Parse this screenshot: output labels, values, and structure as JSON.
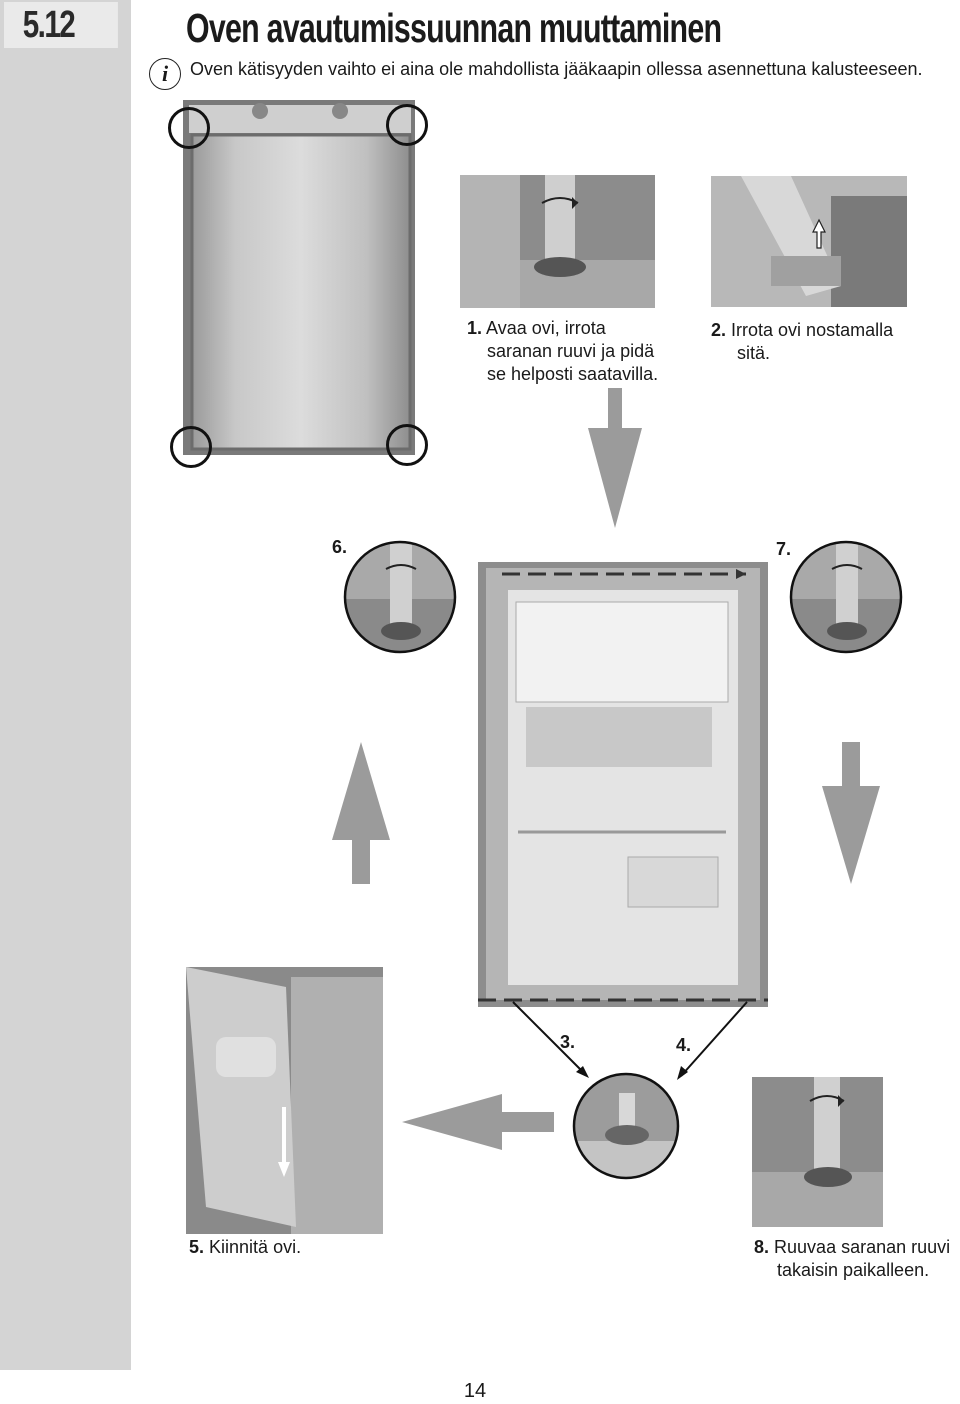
{
  "section": {
    "number": "5.12",
    "title": "Oven avautumissuunnan muuttaminen"
  },
  "info": {
    "icon": "info-icon",
    "text": "Oven kätisyyden vaihto ei aina ole mahdollista jääkaapin ollessa asennettuna kalusteeseen."
  },
  "steps": {
    "s1": {
      "num": "1.",
      "line1": "Avaa ovi, irrota",
      "line2": "saranan ruuvi ja pidä",
      "line3": "se helposti saatavilla."
    },
    "s2": {
      "num": "2.",
      "line1": "Irrota ovi nostamalla",
      "line2": "sitä."
    },
    "s3": {
      "num": "3."
    },
    "s4": {
      "num": "4."
    },
    "s5": {
      "num": "5.",
      "text": "Kiinnitä ovi."
    },
    "s6": {
      "num": "6."
    },
    "s7": {
      "num": "7."
    },
    "s8": {
      "num": "8.",
      "line1": "Ruuvaa saranan ruuvi",
      "line2": "takaisin paikalleen."
    }
  },
  "page_number": "14",
  "colors": {
    "sidebar": "#d4d4d4",
    "arrow_gray": "#9b9b9b",
    "text": "#1a1a1a"
  }
}
